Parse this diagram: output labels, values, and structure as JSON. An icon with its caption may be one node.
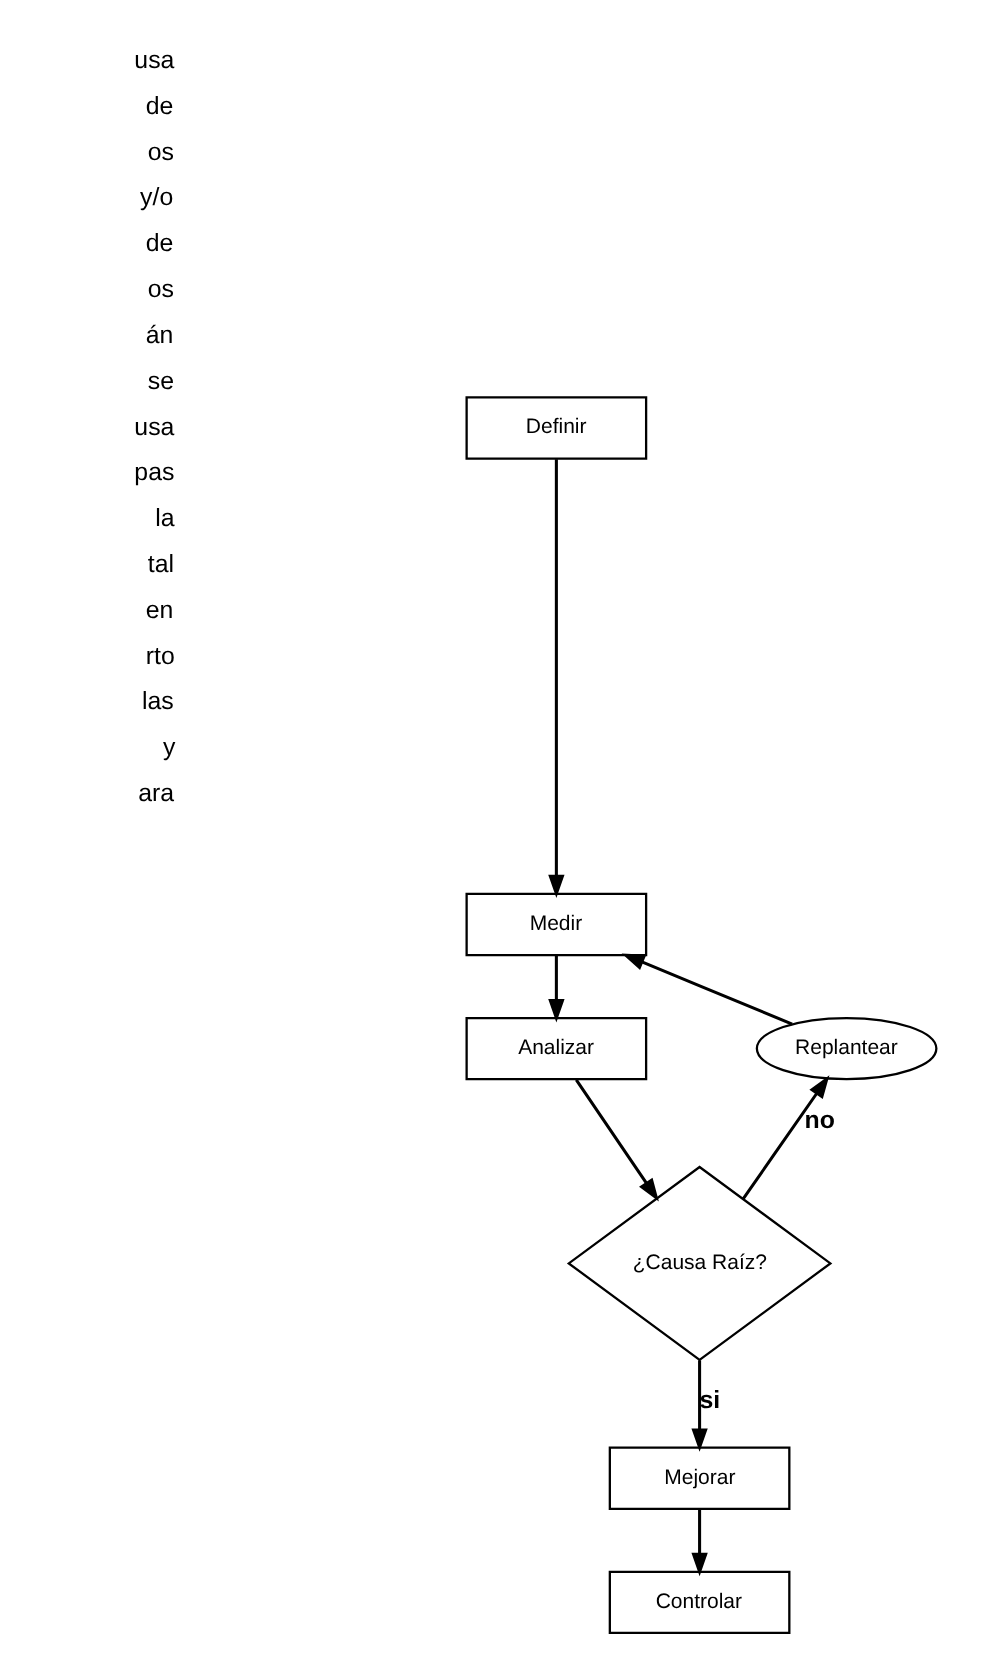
{
  "diagram": {
    "nodes": [
      {
        "text": [
          "Definir"
        ]
      },
      {
        "text": [
          "Medir"
        ]
      },
      {
        "text": [
          "Analizar"
        ]
      },
      {
        "text": [
          "Replantear"
        ]
      },
      {
        "text": [
          "¿Causa Raíz?"
        ]
      },
      {
        "text": [
          "Mejorar"
        ]
      },
      {
        "text": [
          "Controlar"
        ]
      }
    ],
    "edges": [
      {
        "from": 0,
        "to": 1,
        "arrow": "to"
      },
      {
        "from": 1,
        "to": 2,
        "arrow": "to"
      },
      {
        "from": 2,
        "to": 4,
        "arrow": "to"
      },
      {
        "from": 4,
        "to": 3,
        "label": "no",
        "arrow": "to"
      },
      {
        "from": 3,
        "to": 1,
        "arrow": "to"
      },
      {
        "from": 4,
        "to": 5,
        "label": "si",
        "arrow": "to"
      },
      {
        "from": 5,
        "to": 6,
        "arrow": "to"
      }
    ],
    "labels": [
      "usa",
      "de",
      "os",
      "y/o",
      "de",
      "os",
      "án",
      "se",
      "usa",
      "pas",
      "la",
      "tal",
      "en",
      "rto",
      "las",
      "y",
      "ara"
    ]
  }
}
